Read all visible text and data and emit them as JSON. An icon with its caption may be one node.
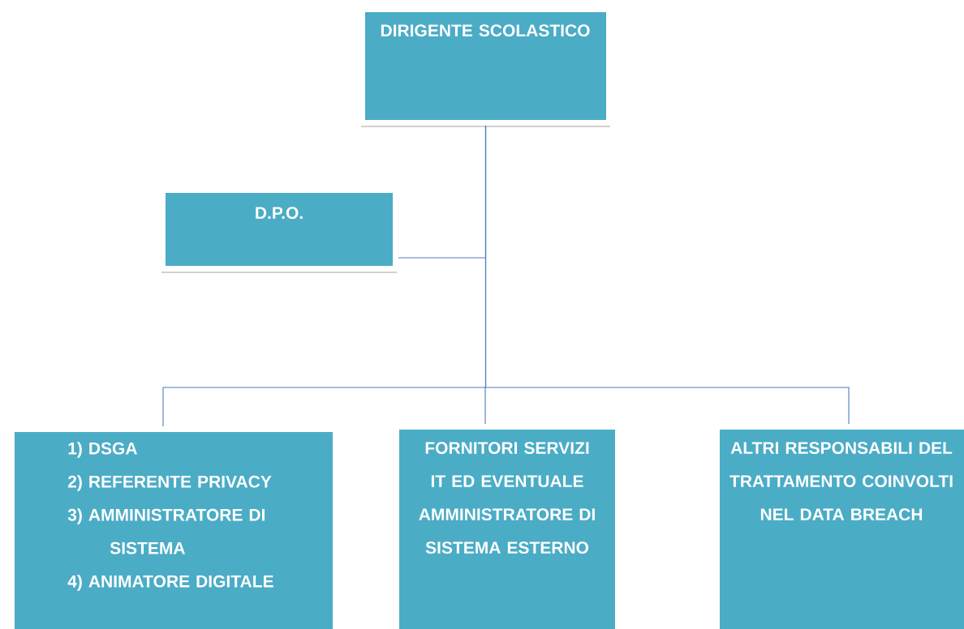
{
  "diagram": {
    "nodes": [
      {
        "text": [
          "DIRIGENTE SCOLASTICO"
        ]
      },
      {
        "text": [
          "D.P.O."
        ]
      },
      {
        "text": [
          "1) DSGA",
          "2) REFERENTE PRIVACY",
          "3) AMMINISTRATORE DI SISTEMA",
          "4) ANIMATORE DIGITALE"
        ]
      },
      {
        "text": [
          "FORNITORI SERVIZI IT ED EVENTUALE AMMINISTRATORE DI SISTEMA ESTERNO"
        ]
      },
      {
        "text": [
          "ALTRI RESPONSABILI DEL TRATTAMENTO COINVOLTI NEL DATA BREACH"
        ]
      }
    ],
    "edges": [
      {
        "from": 0,
        "to": 1,
        "arrow": "none"
      },
      {
        "from": 0,
        "to": 2,
        "arrow": "none"
      },
      {
        "from": 0,
        "to": 3,
        "arrow": "none"
      },
      {
        "from": 0,
        "to": 4,
        "arrow": "none"
      }
    ]
  }
}
